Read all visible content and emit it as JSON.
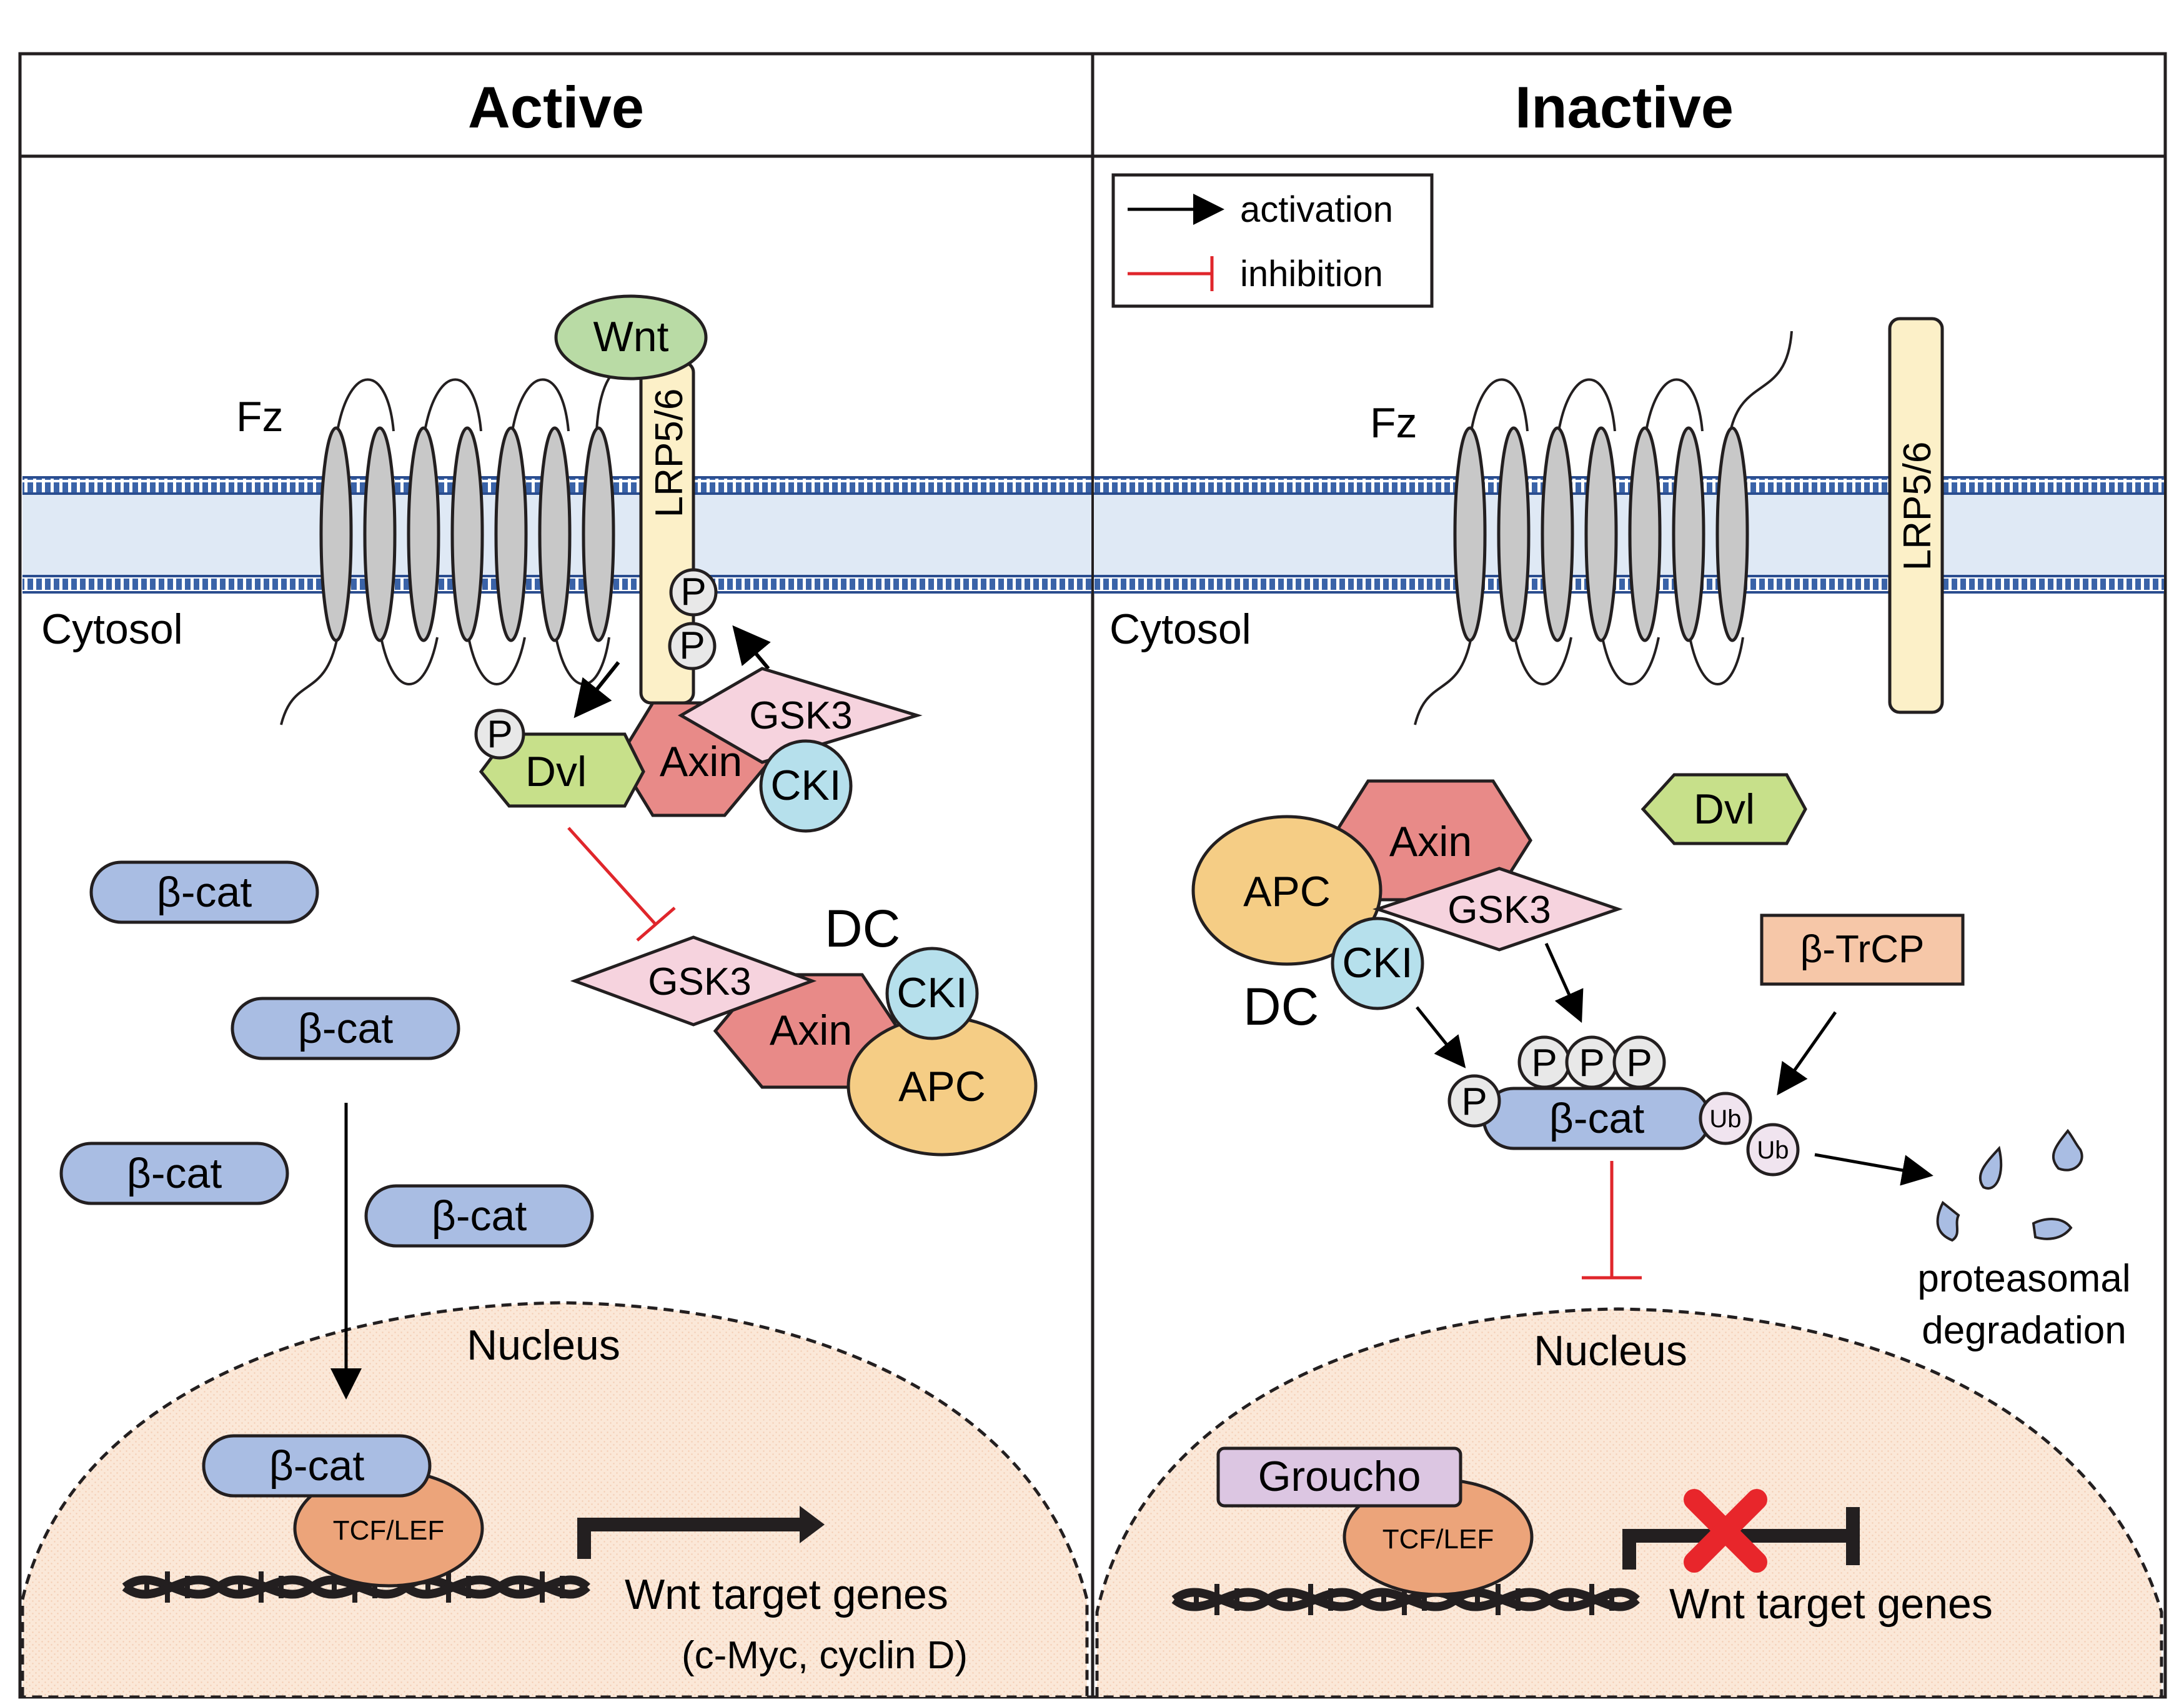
{
  "panels": {
    "active": {
      "title": "Active",
      "membrane_receptor": "Fz",
      "coreceptor": "LRP5/6",
      "ligand": "Wnt",
      "compartment_cytosol": "Cytosol",
      "phospho": "P",
      "dvl": "Dvl",
      "axin": "Axin",
      "gsk3": "GSK3",
      "cki": "CKI",
      "apc": "APC",
      "complex_label": "DC",
      "beta_cat": "β-cat",
      "compartment_nucleus": "Nucleus",
      "tcf": "TCF/LEF",
      "target_genes": "Wnt target genes",
      "target_examples": "(c-Myc, cyclin D)"
    },
    "inactive": {
      "title": "Inactive",
      "membrane_receptor": "Fz",
      "coreceptor": "LRP5/6",
      "compartment_cytosol": "Cytosol",
      "dvl": "Dvl",
      "axin": "Axin",
      "apc": "APC",
      "gsk3": "GSK3",
      "cki": "CKI",
      "complex_label": "DC",
      "trcp": "β-TrCP",
      "phospho": "P",
      "beta_cat": "β-cat",
      "ubiquitin": "Ub",
      "degradation_1": "proteasomal",
      "degradation_2": "degradation",
      "compartment_nucleus": "Nucleus",
      "groucho": "Groucho",
      "tcf": "TCF/LEF",
      "target_genes": "Wnt target genes"
    }
  },
  "legend": {
    "activation": "activation",
    "inhibition": "inhibition"
  },
  "colors": {
    "membrane_blue": "#2a4d8f",
    "membrane_fill": "#dfe9f5",
    "receptor_gray": "#c8c8c8",
    "lrp_fill": "#fcf0c8",
    "wnt_fill": "#b9dba5",
    "dvl_fill": "#c7e08a",
    "axin_fill": "#e88a88",
    "gsk3_fill": "#f6d3de",
    "cki_fill": "#b6e0ec",
    "apc_fill": "#f5cd85",
    "betacat_fill": "#a9bde3",
    "tcf_fill": "#eca47a",
    "groucho_fill": "#dcc6e2",
    "trcp_fill": "#f6c7a8",
    "nucleus_fill": "#fbe8d8",
    "inhibition_red": "#e0262b",
    "block_red": "#e8262b"
  }
}
